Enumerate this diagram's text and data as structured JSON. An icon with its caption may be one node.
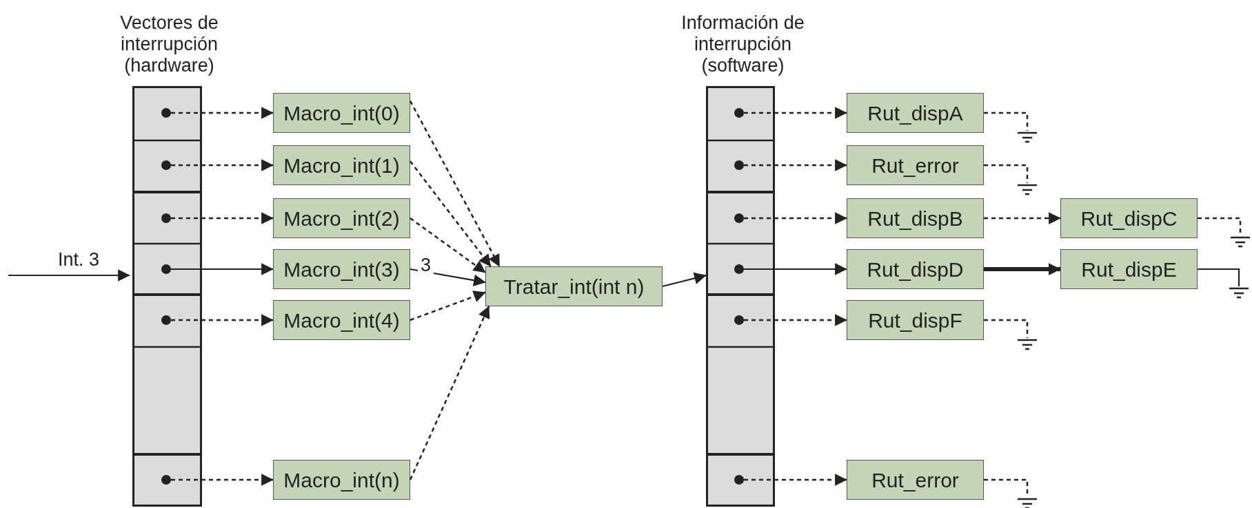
{
  "diagram": {
    "nodes": [
      {
        "text": [
          "Vectores de interrupción (hardware)"
        ]
      },
      {
        "text": [],
        "shape": "circle",
        "in": 0
      },
      {
        "text": [],
        "shape": "circle",
        "in": 0
      },
      {
        "text": [],
        "shape": "circle",
        "in": 0
      },
      {
        "text": [],
        "shape": "circle",
        "in": 0
      },
      {
        "text": [],
        "shape": "circle",
        "in": 0
      },
      {
        "text": [],
        "shape": "circle",
        "in": 0
      },
      {
        "text": [
          "Macro_int(0)"
        ]
      },
      {
        "text": [
          "Macro_int(1)"
        ]
      },
      {
        "text": [
          "Macro_int(2)"
        ]
      },
      {
        "text": [
          "Macro_int(3)"
        ]
      },
      {
        "text": [
          "Macro_int(4)"
        ]
      },
      {
        "text": [
          "Macro_int(n)"
        ]
      },
      {
        "text": [
          "Tratar_int(int n)"
        ]
      },
      {
        "text": [
          "Información de interrupción (software)"
        ]
      },
      {
        "text": [],
        "shape": "circle",
        "in": 14
      },
      {
        "text": [],
        "shape": "circle",
        "in": 14
      },
      {
        "text": [],
        "shape": "circle",
        "in": 14
      },
      {
        "text": [],
        "shape": "circle",
        "in": 14
      },
      {
        "text": [],
        "shape": "circle",
        "in": 14
      },
      {
        "text": [],
        "shape": "circle",
        "in": 14
      },
      {
        "text": [
          "Rut_dispA"
        ]
      },
      {
        "text": [
          "Rut_error"
        ]
      },
      {
        "text": [
          "Rut_dispB"
        ]
      },
      {
        "text": [
          "Rut_dispD"
        ]
      },
      {
        "text": [
          "Rut_dispF"
        ]
      },
      {
        "text": [
          "Rut_error"
        ]
      },
      {
        "text": [
          "Rut_dispC"
        ]
      },
      {
        "text": [
          "Rut_dispE"
        ]
      },
      {
        "text": [],
        "shape": "ground"
      },
      {
        "text": [],
        "shape": "ground"
      },
      {
        "text": [],
        "shape": "ground"
      },
      {
        "text": [],
        "shape": "ground"
      },
      {
        "text": [],
        "shape": "ground"
      },
      {
        "text": [],
        "shape": "ground"
      }
    ],
    "edges": [
      {
        "from": null,
        "to": 0,
        "arrow": "to",
        "label": "Int. 3"
      },
      {
        "from": 1,
        "to": 7,
        "arrow": "to",
        "style": "dashed"
      },
      {
        "from": 2,
        "to": 8,
        "arrow": "to",
        "style": "dashed"
      },
      {
        "from": 3,
        "to": 9,
        "arrow": "to",
        "style": "dashed"
      },
      {
        "from": 4,
        "to": 10,
        "arrow": "to"
      },
      {
        "from": 5,
        "to": 11,
        "arrow": "to",
        "style": "dashed"
      },
      {
        "from": 6,
        "to": 12,
        "arrow": "to",
        "style": "dashed"
      },
      {
        "from": 7,
        "to": 13,
        "arrow": "to",
        "style": "dashed"
      },
      {
        "from": 8,
        "to": 13,
        "arrow": "to",
        "style": "dashed"
      },
      {
        "from": 9,
        "to": 13,
        "arrow": "to",
        "style": "dashed"
      },
      {
        "from": 10,
        "to": 13,
        "arrow": "to",
        "label": "3"
      },
      {
        "from": 11,
        "to": 13,
        "arrow": "to",
        "style": "dashed"
      },
      {
        "from": 12,
        "to": 13,
        "arrow": "to",
        "style": "dashed"
      },
      {
        "from": 13,
        "to": 14,
        "arrow": "to"
      },
      {
        "from": 15,
        "to": 21,
        "arrow": "to",
        "style": "dashed"
      },
      {
        "from": 16,
        "to": 22,
        "arrow": "to",
        "style": "dashed"
      },
      {
        "from": 17,
        "to": 23,
        "arrow": "to",
        "style": "dashed"
      },
      {
        "from": 18,
        "to": 24,
        "arrow": "to"
      },
      {
        "from": 19,
        "to": 25,
        "arrow": "to",
        "style": "dashed"
      },
      {
        "from": 20,
        "to": 26,
        "arrow": "to",
        "style": "dashed"
      },
      {
        "from": 23,
        "to": 27,
        "arrow": "to",
        "style": "dashed"
      },
      {
        "from": 24,
        "to": 28,
        "arrow": "to",
        "style": "thick"
      },
      {
        "from": 21,
        "to": 29,
        "arrow": "none",
        "style": "dashed"
      },
      {
        "from": 22,
        "to": 30,
        "arrow": "none",
        "style": "dashed"
      },
      {
        "from": 27,
        "to": 31,
        "arrow": "none",
        "style": "dashed"
      },
      {
        "from": 28,
        "to": 32,
        "arrow": "none"
      },
      {
        "from": 25,
        "to": 33,
        "arrow": "none",
        "style": "dashed"
      },
      {
        "from": 26,
        "to": 34,
        "arrow": "none",
        "style": "dashed"
      }
    ]
  }
}
